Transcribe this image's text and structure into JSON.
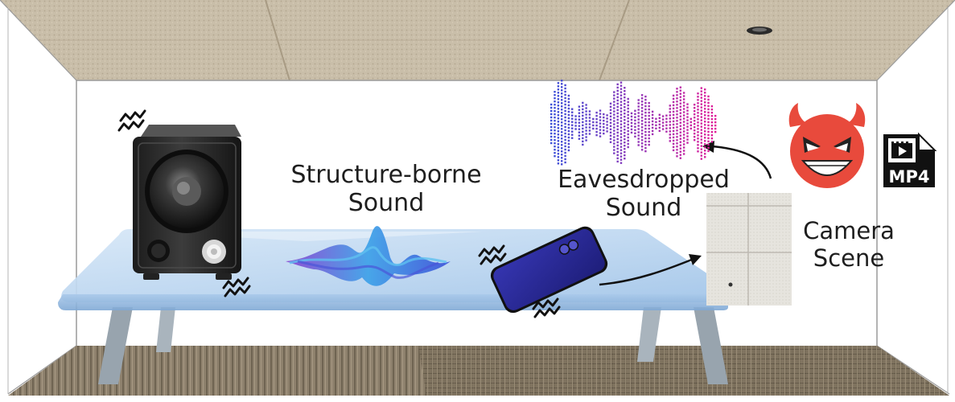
{
  "labels": {
    "structure_line1": "Structure-borne",
    "structure_line2": "Sound",
    "eaves_line1": "Eavesdropped",
    "eaves_line2": "Sound",
    "camera_line1": "Camera",
    "camera_line2": "Scene",
    "file_badge": "MP4"
  },
  "colors": {
    "ceiling": "#c8bca8",
    "carpet": "#8c7f6c",
    "table_top": "#bcd6f0",
    "table_leg": "#98a4ae",
    "speaker": "#2a2a2a",
    "phone": "#2a2a9a",
    "wave_blue": "#3b4fd8",
    "wave_magenta": "#e0209a",
    "devil_red": "#e84a3c"
  },
  "icons": {
    "speaker": "speaker-icon",
    "phone": "smartphone-icon",
    "vibration": "vibration-icon",
    "devil": "devil-emoji-icon",
    "file": "mp4-file-icon",
    "arrow": "arrow-icon"
  }
}
